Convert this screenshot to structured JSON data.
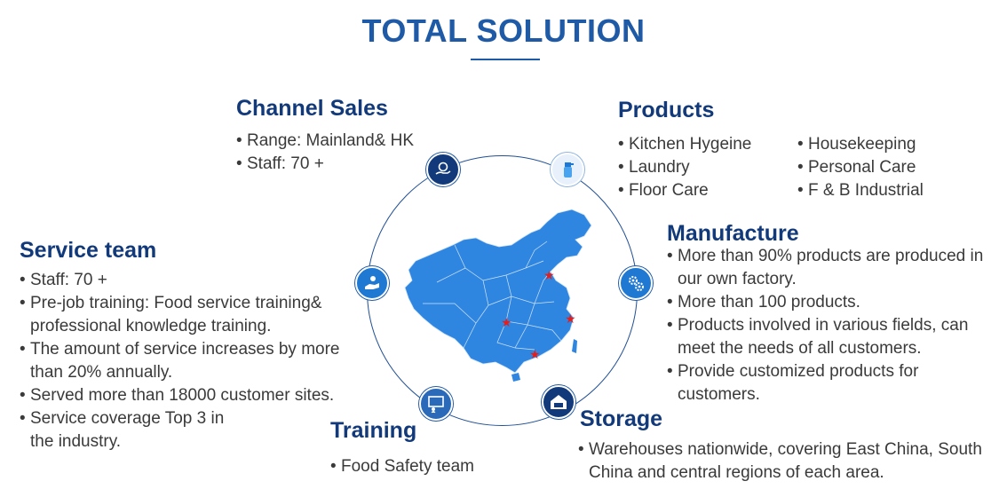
{
  "title": "TOTAL SOLUTION",
  "channel_sales": {
    "heading": "Channel Sales",
    "items": [
      "Range: Mainland& HK",
      "Staff: 70 +"
    ]
  },
  "products": {
    "heading": "Products",
    "col1": [
      "Kitchen Hygeine",
      "Laundry",
      "Floor Care"
    ],
    "col2": [
      "Housekeeping",
      "Personal Care",
      "F & B Industrial"
    ]
  },
  "service_team": {
    "heading": "Service team",
    "items": [
      "Staff: 70 +",
      "Pre-job training: Food service training& professional knowledge training.",
      "The amount of service increases by more than 20% annually.",
      "Served more than 18000 customer sites.",
      "Service coverage Top 3 in the industry."
    ]
  },
  "manufacture": {
    "heading": "Manufacture",
    "items": [
      "More than 90% products are produced in our own factory.",
      "More than 100 products.",
      "Products involved in various fields, can meet the needs of all customers.",
      "Provide customized products for customers."
    ]
  },
  "training": {
    "heading": "Training",
    "items": [
      "Food Safety team"
    ]
  },
  "storage": {
    "heading": "Storage",
    "items": [
      "Warehouses nationwide, covering East China, South China and central regions of each area."
    ]
  },
  "icons": {
    "channel_sales": "hand-coin-icon",
    "products": "spray-bottle-icon",
    "service_team": "handshake-icon",
    "manufacture": "gears-icon",
    "training": "presentation-board-icon",
    "storage": "warehouse-truck-icon"
  },
  "colors": {
    "title": "#1f5aa6",
    "heading": "#123a7a",
    "map": "#2f86e0",
    "marker": "#e02020"
  }
}
